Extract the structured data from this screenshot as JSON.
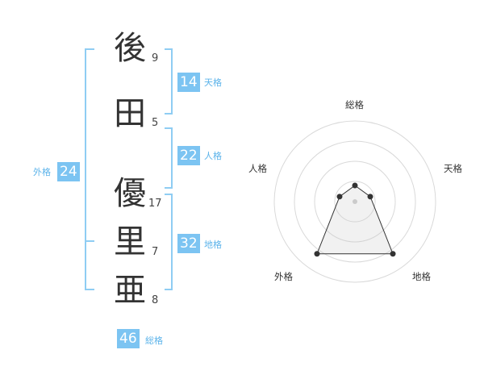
{
  "name": {
    "characters": [
      {
        "char": "後",
        "strokes": "9"
      },
      {
        "char": "田",
        "strokes": "5"
      },
      {
        "char": "優",
        "strokes": "17"
      },
      {
        "char": "里",
        "strokes": "7"
      },
      {
        "char": "亜",
        "strokes": "8"
      }
    ]
  },
  "kaku": {
    "tenkaku": {
      "value": "14",
      "label": "天格"
    },
    "jinkaku": {
      "value": "22",
      "label": "人格"
    },
    "chikaku": {
      "value": "32",
      "label": "地格"
    },
    "gaikaku": {
      "value": "24",
      "label": "外格"
    },
    "soukaku": {
      "value": "46",
      "label": "総格"
    }
  },
  "colors": {
    "accent": "#7cc4f2",
    "accent_text": "#5bb3ea",
    "bracket": "#8fcdf3",
    "text": "#333333"
  },
  "chart_data": {
    "type": "radar",
    "axes": [
      "総格",
      "天格",
      "地格",
      "外格",
      "人格"
    ],
    "values": [
      1,
      1,
      4,
      4,
      1
    ],
    "max": 5,
    "rings": 4,
    "grid": true
  }
}
